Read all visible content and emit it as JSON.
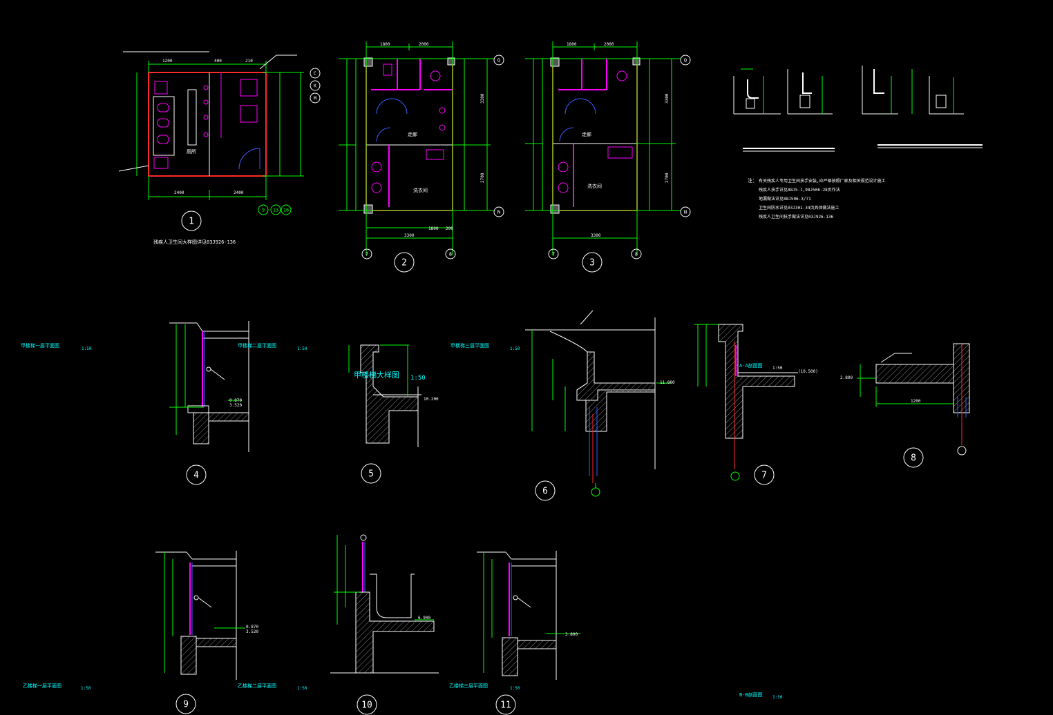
{
  "colors": {
    "background": "#000000",
    "line": "#ffffff",
    "dim": "#00ff00",
    "magenta": "#ff00ff",
    "wall": "#ff2a2a",
    "cyan": "#00ffff",
    "blue": "#3a5cff"
  },
  "detail_numbers": [
    "1",
    "2",
    "3",
    "4",
    "5",
    "6",
    "7",
    "8",
    "9",
    "10",
    "11"
  ],
  "axes": {
    "plan1": [
      "C",
      "K",
      "M",
      "9",
      "13",
      "16"
    ],
    "plan2": [
      "Q",
      "N",
      "7",
      "8"
    ],
    "plan3": [
      "Q",
      "N",
      "7",
      "8"
    ]
  },
  "plan_dims": {
    "plan1_bottom": [
      "2400",
      "2400"
    ],
    "plan1_top": [
      "1200",
      "400",
      "210"
    ],
    "plan2_top": [
      "1800",
      "2000"
    ],
    "plan2_bottom": [
      "3300",
      "1800",
      "200"
    ],
    "plan2_right": [
      "3300",
      "2700"
    ],
    "plan3_top": [
      "1800",
      "2000"
    ],
    "plan3_bottom": [
      "3300"
    ],
    "plan3_right": [
      "3300",
      "2700"
    ]
  },
  "plan_labels": {
    "plan2_room": "洗衣间",
    "plan2_corridor": "走廊",
    "plan3_room": "洗衣间",
    "plan3_corridor": "走廊",
    "plan1_note": "残疾人卫生间大样图详见03J926-136"
  },
  "notes": {
    "number": "注：",
    "lines": [
      "有关残疾人专用卫生间扶手安装,应严格按照厂家及相关规范设计施工",
      "残疾人扶手详见88J5-1,98J506-28页作法",
      "地漏做法详见88J506-3/71",
      "卫生间防水详见03J301-34页具体做法施工",
      "残疾人卫生间扶手做法详见03J926-136"
    ]
  },
  "section_titles": [
    {
      "text": "甲楼梯一层平面图",
      "scale": "1:50"
    },
    {
      "text": "甲楼梯二层平面图",
      "scale": "1:50"
    },
    {
      "text": "甲楼梯三层平面图",
      "scale": "1:50"
    },
    {
      "text": "乙楼梯一层平面图",
      "scale": "1:50"
    },
    {
      "text": "乙楼梯二层平面图",
      "scale": "1:50"
    },
    {
      "text": "乙楼梯三层平面图",
      "scale": "1:50"
    },
    {
      "text": "B-B剖面图",
      "scale": "1:50"
    }
  ],
  "cyan_label": {
    "text": "甲楼梯大样图",
    "scale": "1:50"
  },
  "aa_label": "A-A剖面图",
  "elevations": [
    "0.870",
    "3.520",
    "10.200",
    "11.880",
    "3.800",
    "6.900",
    "2.800"
  ],
  "aa_scale": "1:50",
  "sec7_elev": "(10.500)",
  "aa_mark": "A",
  "plan1_room": "厕所",
  "sec8_dim": "1200"
}
